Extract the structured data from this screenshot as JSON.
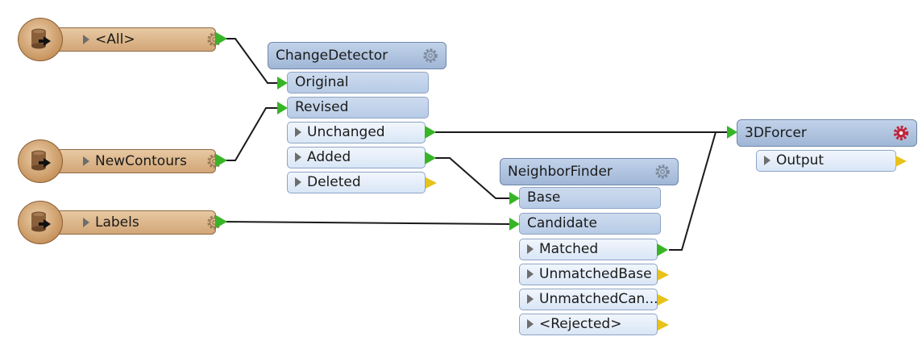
{
  "readers": [
    {
      "id": "all",
      "label": "<All>",
      "icon": "database-reader-icon"
    },
    {
      "id": "newcontours",
      "label": "NewContours",
      "icon": "database-reader-icon"
    },
    {
      "id": "labels",
      "label": "Labels",
      "icon": "database-reader-icon"
    }
  ],
  "transformers": {
    "changedetector": {
      "title": "ChangeDetector",
      "inputs": [
        "Original",
        "Revised"
      ],
      "outputs": [
        "Unchanged",
        "Added",
        "Deleted"
      ]
    },
    "neighborfinder": {
      "title": "NeighborFinder",
      "inputs": [
        "Base",
        "Candidate"
      ],
      "outputs": [
        "Matched",
        "UnmatchedBase",
        "UnmatchedCan...",
        "<Rejected>"
      ]
    },
    "forcer3d": {
      "title": "3DForcer",
      "outputs": [
        "Output"
      ],
      "status": "unconfigured"
    }
  },
  "colors": {
    "reader_fill": "#d9b187",
    "transformer_header": "#b2c6e2",
    "port_row": "#e3ecf8",
    "connected_port": "#37b526",
    "unconnected_port": "#e7c21b",
    "gear_default": "#7d8a9c",
    "gear_reader": "#9a7a55",
    "gear_alert": "#c0243a",
    "wire": "#1a1a1a"
  },
  "connections": [
    {
      "from": "<All>",
      "to": "ChangeDetector.Original"
    },
    {
      "from": "NewContours",
      "to": "ChangeDetector.Revised"
    },
    {
      "from": "ChangeDetector.Unchanged",
      "to": "3DForcer"
    },
    {
      "from": "ChangeDetector.Added",
      "to": "NeighborFinder.Base"
    },
    {
      "from": "Labels",
      "to": "NeighborFinder.Candidate"
    },
    {
      "from": "NeighborFinder.Matched",
      "to": "3DForcer"
    }
  ]
}
